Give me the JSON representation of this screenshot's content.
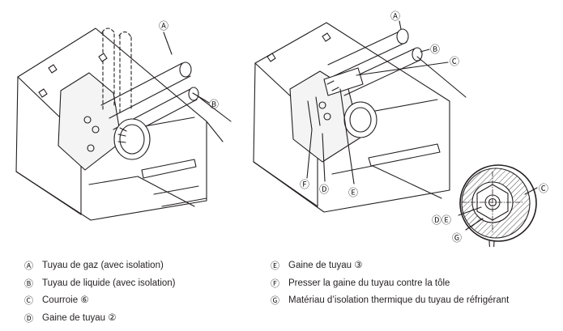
{
  "figure": {
    "callouts": {
      "a_left": "Ⓐ",
      "b_left": "Ⓑ",
      "a_mid": "Ⓐ",
      "b_mid": "Ⓑ",
      "c_mid": "Ⓒ",
      "f_mid": "Ⓕ",
      "d_mid": "Ⓓ",
      "e_mid": "Ⓔ",
      "c_detail": "Ⓒ",
      "de_detail": "ⒹⒺ",
      "g_detail": "Ⓖ"
    }
  },
  "legend": {
    "left": [
      {
        "marker": "Ⓐ",
        "text": "Tuyau de gaz (avec isolation)"
      },
      {
        "marker": "Ⓑ",
        "text": "Tuyau de liquide (avec isolation)"
      },
      {
        "marker": "Ⓒ",
        "text": "Courroie ⑥"
      },
      {
        "marker": "Ⓓ",
        "text": "Gaine de tuyau ②"
      }
    ],
    "right": [
      {
        "marker": "Ⓔ",
        "text": "Gaine de tuyau ③"
      },
      {
        "marker": "Ⓕ",
        "text": "Presser la gaine du tuyau contre la tôle"
      },
      {
        "marker": "Ⓖ",
        "text": "Matériau d’isolation thermique du tuyau de réfrigérant"
      }
    ]
  }
}
